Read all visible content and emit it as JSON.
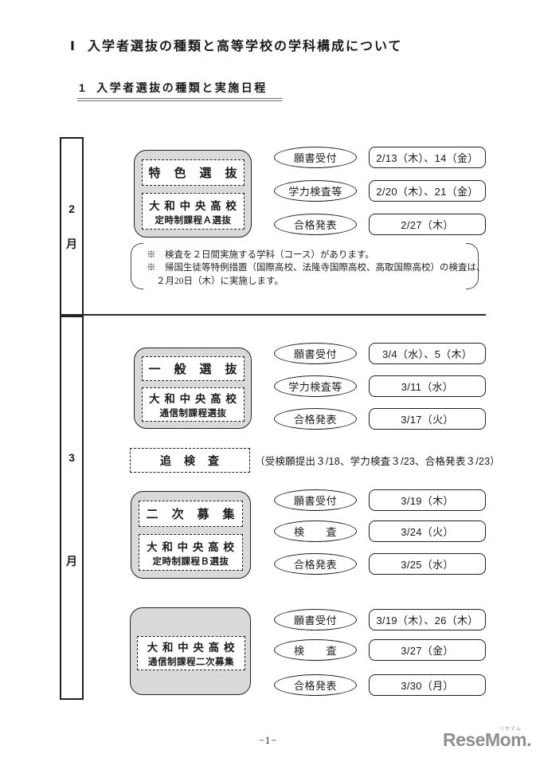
{
  "page": {
    "title_num": "Ⅰ",
    "title": "入学者選抜の種類と高等学校の学科構成について",
    "section_no": "1",
    "section_heading": "入学者選抜の種類と実施日程",
    "page_number": "−1−"
  },
  "logo": {
    "text": "ReseMom.",
    "ruby": "リセマム",
    "color": "#8f8f8f"
  },
  "colors": {
    "box_fill": "#d9d9d9",
    "line": "#1f1f1f"
  },
  "timeline": {
    "feb": {
      "digit": "2",
      "month_char": "月"
    },
    "mar": {
      "digit": "3",
      "month_char": "月"
    }
  },
  "february": {
    "selection_label": "特　色　選　抜",
    "school_line1": "大 和 中 央 高 校",
    "school_line2": "定時制課程Ａ選抜",
    "rows": [
      {
        "step": "願書受付",
        "date": "2/13（木）、14（金）"
      },
      {
        "step": "学力検査等",
        "date": "2/20（木）、21（金）"
      },
      {
        "step": "合格発表",
        "date": "2/27（木）"
      }
    ],
    "notes": [
      "※　検査を２日間実施する学科（コース）があります。",
      "※　帰国生徒等特例措置（国際高校、法隆寺国際高校、高取国際高校）の検査は、",
      "２月20日（木）に実施します。"
    ]
  },
  "march": {
    "general": {
      "selection_label": "一　般　選　抜",
      "school_line1": "大 和 中 央 高 校",
      "school_line2": "通信制課程選抜",
      "rows": [
        {
          "step": "願書受付",
          "date": "3/4（水）、5（木）"
        },
        {
          "step": "学力検査等",
          "date": "3/11（水）"
        },
        {
          "step": "合格発表",
          "date": "3/17（火）"
        }
      ]
    },
    "resit": {
      "label": "追　検　査",
      "note": "（受検願提出３/18、学力検査３/23、合格発表３/23）"
    },
    "second": {
      "selection_label": "二　次　募　集",
      "school_line1": "大 和 中 央 高 校",
      "school_line2": "定時制課程Ｂ選抜",
      "rows": [
        {
          "step": "願書受付",
          "date": "3/19（木）"
        },
        {
          "step": "検　　査",
          "date": "3/24（火）"
        },
        {
          "step": "合格発表",
          "date": "3/25（水）"
        }
      ]
    },
    "correspondence_second": {
      "school_line1": "大 和 中 央 高 校",
      "school_line2": "通信制課程二次募集",
      "rows": [
        {
          "step": "願書受付",
          "date": "3/19（木）、26（木）"
        },
        {
          "step": "検　　査",
          "date": "3/27（金）"
        },
        {
          "step": "合格発表",
          "date": "3/30（月）"
        }
      ]
    }
  }
}
